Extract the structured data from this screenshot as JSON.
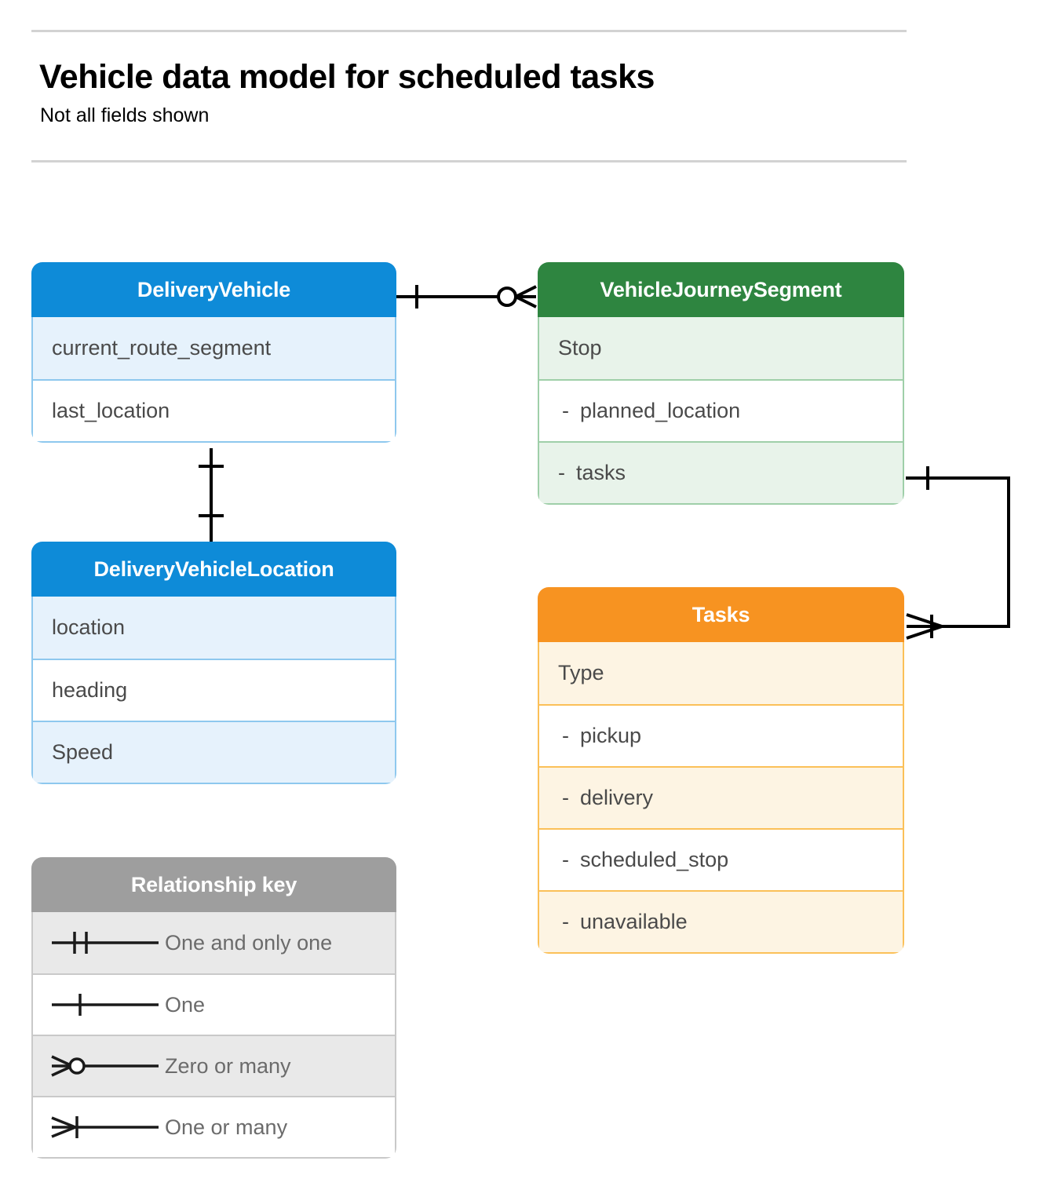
{
  "header": {
    "title": "Vehicle data model for scheduled tasks",
    "subtitle": "Not all fields shown"
  },
  "colors": {
    "blue_header": "#0e8bd8",
    "blue_tint": "#e6f2fc",
    "blue_border": "#8ec8ee",
    "green_header": "#2e8540",
    "green_tint": "#e8f3ea",
    "green_border": "#9fcfa9",
    "orange_header": "#f79321",
    "orange_tint": "#fdf4e3",
    "orange_border": "#fbc058",
    "grey_header": "#9e9e9e",
    "grey_tint": "#e9e9e9",
    "grey_border": "#c9c9c9",
    "line": "#000000",
    "rule": "#d2d2d2",
    "row_text": "#4a4a4a",
    "legend_text": "#6b6b6b"
  },
  "entities": {
    "delivery_vehicle": {
      "title": "DeliveryVehicle",
      "rows": [
        {
          "text": "current_route_segment"
        },
        {
          "text": "last_location"
        }
      ]
    },
    "vehicle_journey_segment": {
      "title": "VehicleJourneySegment",
      "rows": [
        {
          "text": "Stop"
        },
        {
          "dash": "-",
          "text": "planned_location"
        },
        {
          "dash": "-",
          "text": "tasks"
        }
      ]
    },
    "delivery_vehicle_location": {
      "title": "DeliveryVehicleLocation",
      "rows": [
        {
          "text": "location"
        },
        {
          "text": "heading"
        },
        {
          "text": "Speed"
        }
      ]
    },
    "tasks": {
      "title": "Tasks",
      "rows": [
        {
          "text": "Type"
        },
        {
          "dash": "-",
          "text": "pickup"
        },
        {
          "dash": "-",
          "text": "delivery"
        },
        {
          "dash": "-",
          "text": "scheduled_stop"
        },
        {
          "dash": "-",
          "text": "unavailable"
        }
      ]
    }
  },
  "legend": {
    "title": "Relationship key",
    "items": [
      {
        "symbol": "one-and-only-one-symbol",
        "label": "One and only one"
      },
      {
        "symbol": "one-symbol",
        "label": "One"
      },
      {
        "symbol": "zero-or-many-symbol",
        "label": "Zero or many"
      },
      {
        "symbol": "one-or-many-symbol",
        "label": "One or many"
      }
    ]
  },
  "relationships": [
    {
      "from": "DeliveryVehicle",
      "to": "VehicleJourneySegment",
      "from_cardinality": "One",
      "to_cardinality": "Zero or many"
    },
    {
      "from": "DeliveryVehicle",
      "to": "DeliveryVehicleLocation",
      "from_cardinality": "One",
      "to_cardinality": "One"
    },
    {
      "from": "VehicleJourneySegment.tasks",
      "to": "Tasks",
      "from_cardinality": "One",
      "to_cardinality": "One or many"
    }
  ]
}
